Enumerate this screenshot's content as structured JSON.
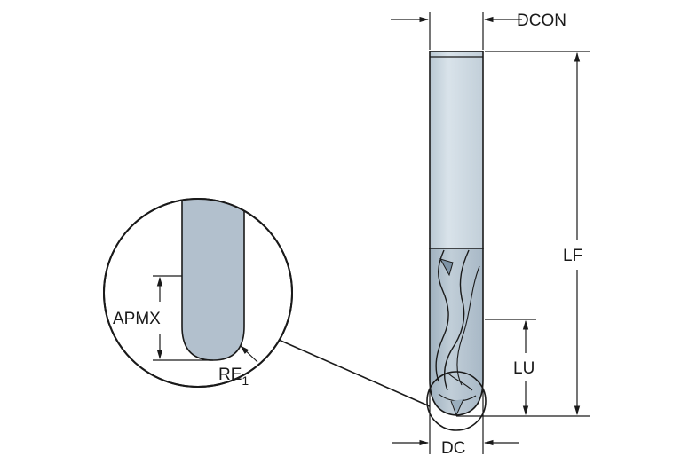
{
  "labels": {
    "dcon": "DCON",
    "lf": "LF",
    "lu": "LU",
    "dc": "DC",
    "apmx": "APMX",
    "re": "RE",
    "re_subscript": "1"
  },
  "colors": {
    "tool_light": "#d6e0e8",
    "tool_shank": "#c9d5de",
    "tool_body": "#b3c2cf",
    "tool_dark": "#8fa3b3",
    "outline": "#1a1a1a",
    "detail_fill": "#b2c0cd"
  }
}
